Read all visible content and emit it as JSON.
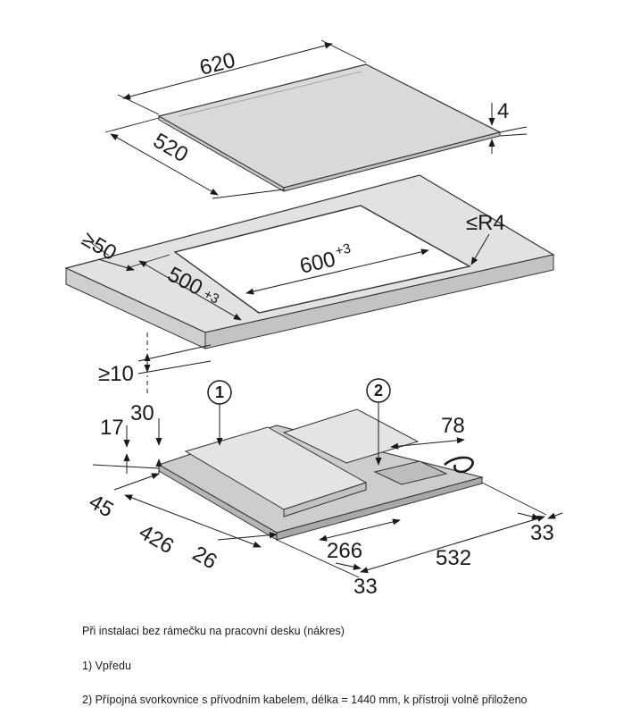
{
  "top_panel": {
    "width": "620",
    "depth": "520",
    "thickness": "4"
  },
  "cutout": {
    "edge_min": "≥50",
    "length": "600",
    "length_tol": "+3",
    "depth": "500",
    "depth_tol": "+3",
    "radius": "≤R4",
    "counter_min": "≥10"
  },
  "lower_unit": {
    "callouts": [
      "1",
      "2"
    ],
    "d30": "30",
    "d17": "17",
    "d78": "78",
    "d45": "45",
    "d426": "426",
    "d26": "26",
    "d266": "266",
    "d33_bottom": "33",
    "d532": "532",
    "d33_right": "33"
  },
  "caption": {
    "title": "Při instalaci bez rámečku na pracovní desku (nákres)",
    "item1": "1) Vpředu",
    "item2": "2) Přípojná svorkovnice s přívodním kabelem, délka = 1440 mm, k přístroji volně přiloženo"
  }
}
